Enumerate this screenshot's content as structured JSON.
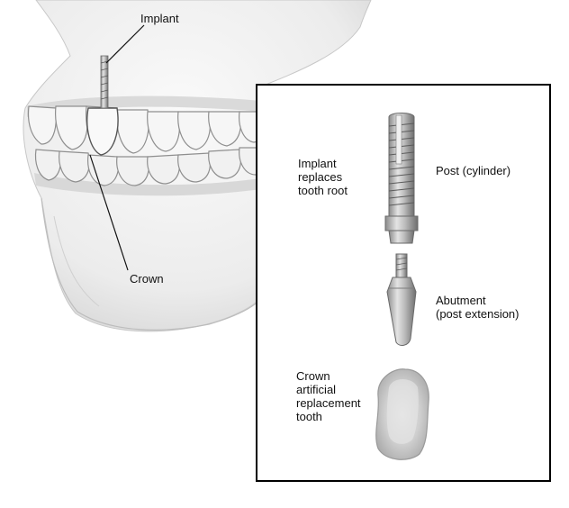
{
  "labels": {
    "implant": "Implant",
    "crown": "Crown",
    "implant_desc": "Implant\nreplaces\ntooth root",
    "post": "Post (cylinder)",
    "abutment": "Abutment\n(post extension)",
    "crown_desc": "Crown\nartificial\nreplacement\ntooth"
  },
  "colors": {
    "line": "#111111",
    "skull_shade": "#e6e6e6",
    "tooth_fill": "#f3f3f3",
    "metal_light": "#dcdcdc",
    "metal_dark": "#8a8a8a",
    "inset_border": "#000000"
  }
}
